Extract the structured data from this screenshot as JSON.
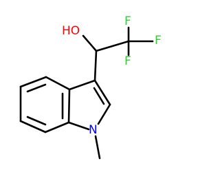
{
  "molecule": {
    "atoms": {
      "hydroxyl": {
        "text": "HO",
        "color": "#ff0000"
      },
      "fluorine_top": {
        "text": "F",
        "color": "#33cc33"
      },
      "fluorine_right": {
        "text": "F",
        "color": "#33cc33"
      },
      "fluorine_bottom": {
        "text": "F",
        "color": "#33cc33"
      },
      "indole_nitrogen": {
        "text": "N",
        "color": "#0000ff"
      }
    },
    "bond_color": "#000000",
    "background": "#ffffff"
  }
}
